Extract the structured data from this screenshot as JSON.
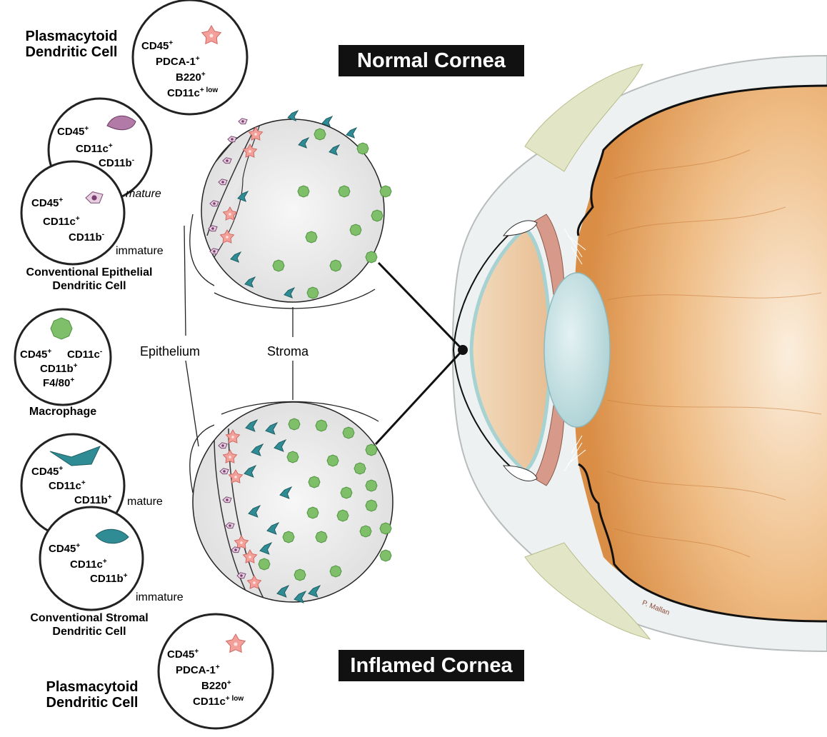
{
  "banners": {
    "normal": "Normal Cornea",
    "inflamed": "Inflamed Cornea"
  },
  "regions": {
    "epithelium": "Epithelium",
    "stroma": "Stroma"
  },
  "artist_signature": "P. Mallan",
  "cells": {
    "pdc_top": {
      "title_line1": "Plasmacytoid",
      "title_line2": "Dendritic Cell",
      "markers": [
        {
          "name": "CD45",
          "sup": "+"
        },
        {
          "name": "PDCA-1",
          "sup": "+"
        },
        {
          "name": "B220",
          "sup": "+"
        },
        {
          "name": "CD11c",
          "sup": "+ low"
        }
      ]
    },
    "epithelial_mature": {
      "markers": [
        {
          "name": "CD45",
          "sup": "+"
        },
        {
          "name": "CD11c",
          "sup": "+"
        },
        {
          "name": "CD11b",
          "sup": "-"
        }
      ],
      "stage": "mature"
    },
    "epithelial_immature": {
      "markers": [
        {
          "name": "CD45",
          "sup": "+"
        },
        {
          "name": "CD11c",
          "sup": "+"
        },
        {
          "name": "CD11b",
          "sup": "-"
        }
      ],
      "stage": "immature"
    },
    "epithelial_label": {
      "line1": "Conventional Epithelial",
      "line2": "Dendritic Cell"
    },
    "macrophage": {
      "markers": [
        {
          "name": "CD45",
          "sup": "+"
        },
        {
          "name": "CD11c",
          "sup": "-"
        },
        {
          "name": "CD11b",
          "sup": "+"
        },
        {
          "name": "F4/80",
          "sup": "+"
        }
      ],
      "title": "Macrophage"
    },
    "stromal_mature": {
      "markers": [
        {
          "name": "CD45",
          "sup": "+"
        },
        {
          "name": "CD11c",
          "sup": "+"
        },
        {
          "name": "CD11b",
          "sup": "+"
        }
      ],
      "stage": "mature"
    },
    "stromal_immature": {
      "markers": [
        {
          "name": "CD45",
          "sup": "+"
        },
        {
          "name": "CD11c",
          "sup": "+"
        },
        {
          "name": "CD11b",
          "sup": "+"
        }
      ],
      "stage": "immature"
    },
    "stromal_label": {
      "line1": "Conventional Stromal",
      "line2": "Dendritic Cell"
    },
    "pdc_bottom": {
      "title_line1": "Plasmacytoid",
      "title_line2": "Dendritic Cell",
      "markers": [
        {
          "name": "CD45",
          "sup": "+"
        },
        {
          "name": "PDCA-1",
          "sup": "+"
        },
        {
          "name": "B220",
          "sup": "+"
        },
        {
          "name": "CD11c",
          "sup": "+ low"
        }
      ]
    }
  },
  "colors": {
    "pdc": "#f4a09a",
    "epithelial_dc": "#b27aa6",
    "macrophage": "#7fbf6a",
    "stromal_dc": "#2f8c94",
    "lens": "#bcdde0",
    "eye_interior": "#e6a564",
    "banner_bg": "#111111"
  }
}
